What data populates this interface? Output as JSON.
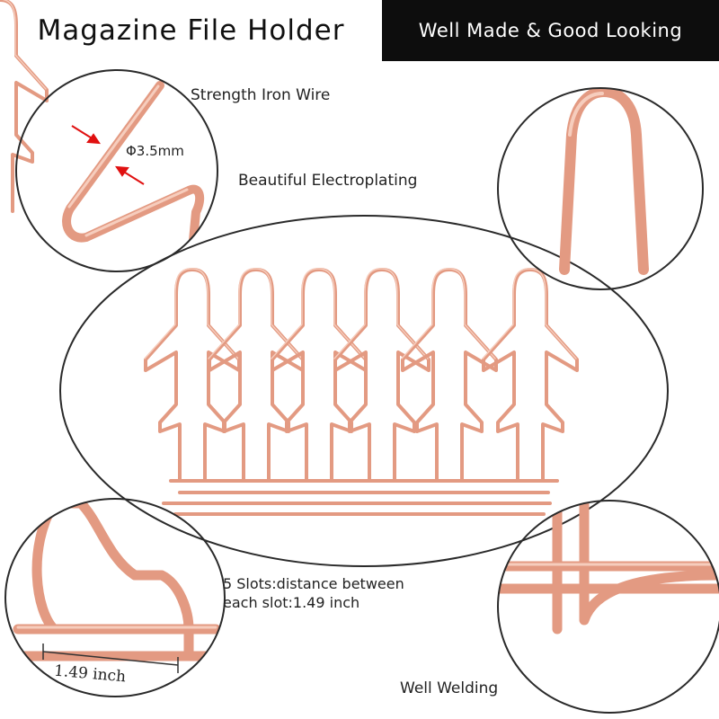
{
  "banner": {
    "title": "Magazine File Holder",
    "tagline": "Well Made & Good Looking"
  },
  "callouts": {
    "wire": "Strength Iron Wire",
    "diameter": "Φ3.5mm",
    "plating": "Beautiful Electroplating",
    "slots_line1": "5 Slots:distance between",
    "slots_line2": "each slot:1.49 inch",
    "measure": "1.49 inch",
    "welding": "Well Welding"
  },
  "colors": {
    "wire": "#e39a82",
    "wire_highlight": "#f6cdbd",
    "arrow": "#e01010",
    "outline": "#2a2a2a",
    "banner_dark": "#0d0d0d"
  }
}
